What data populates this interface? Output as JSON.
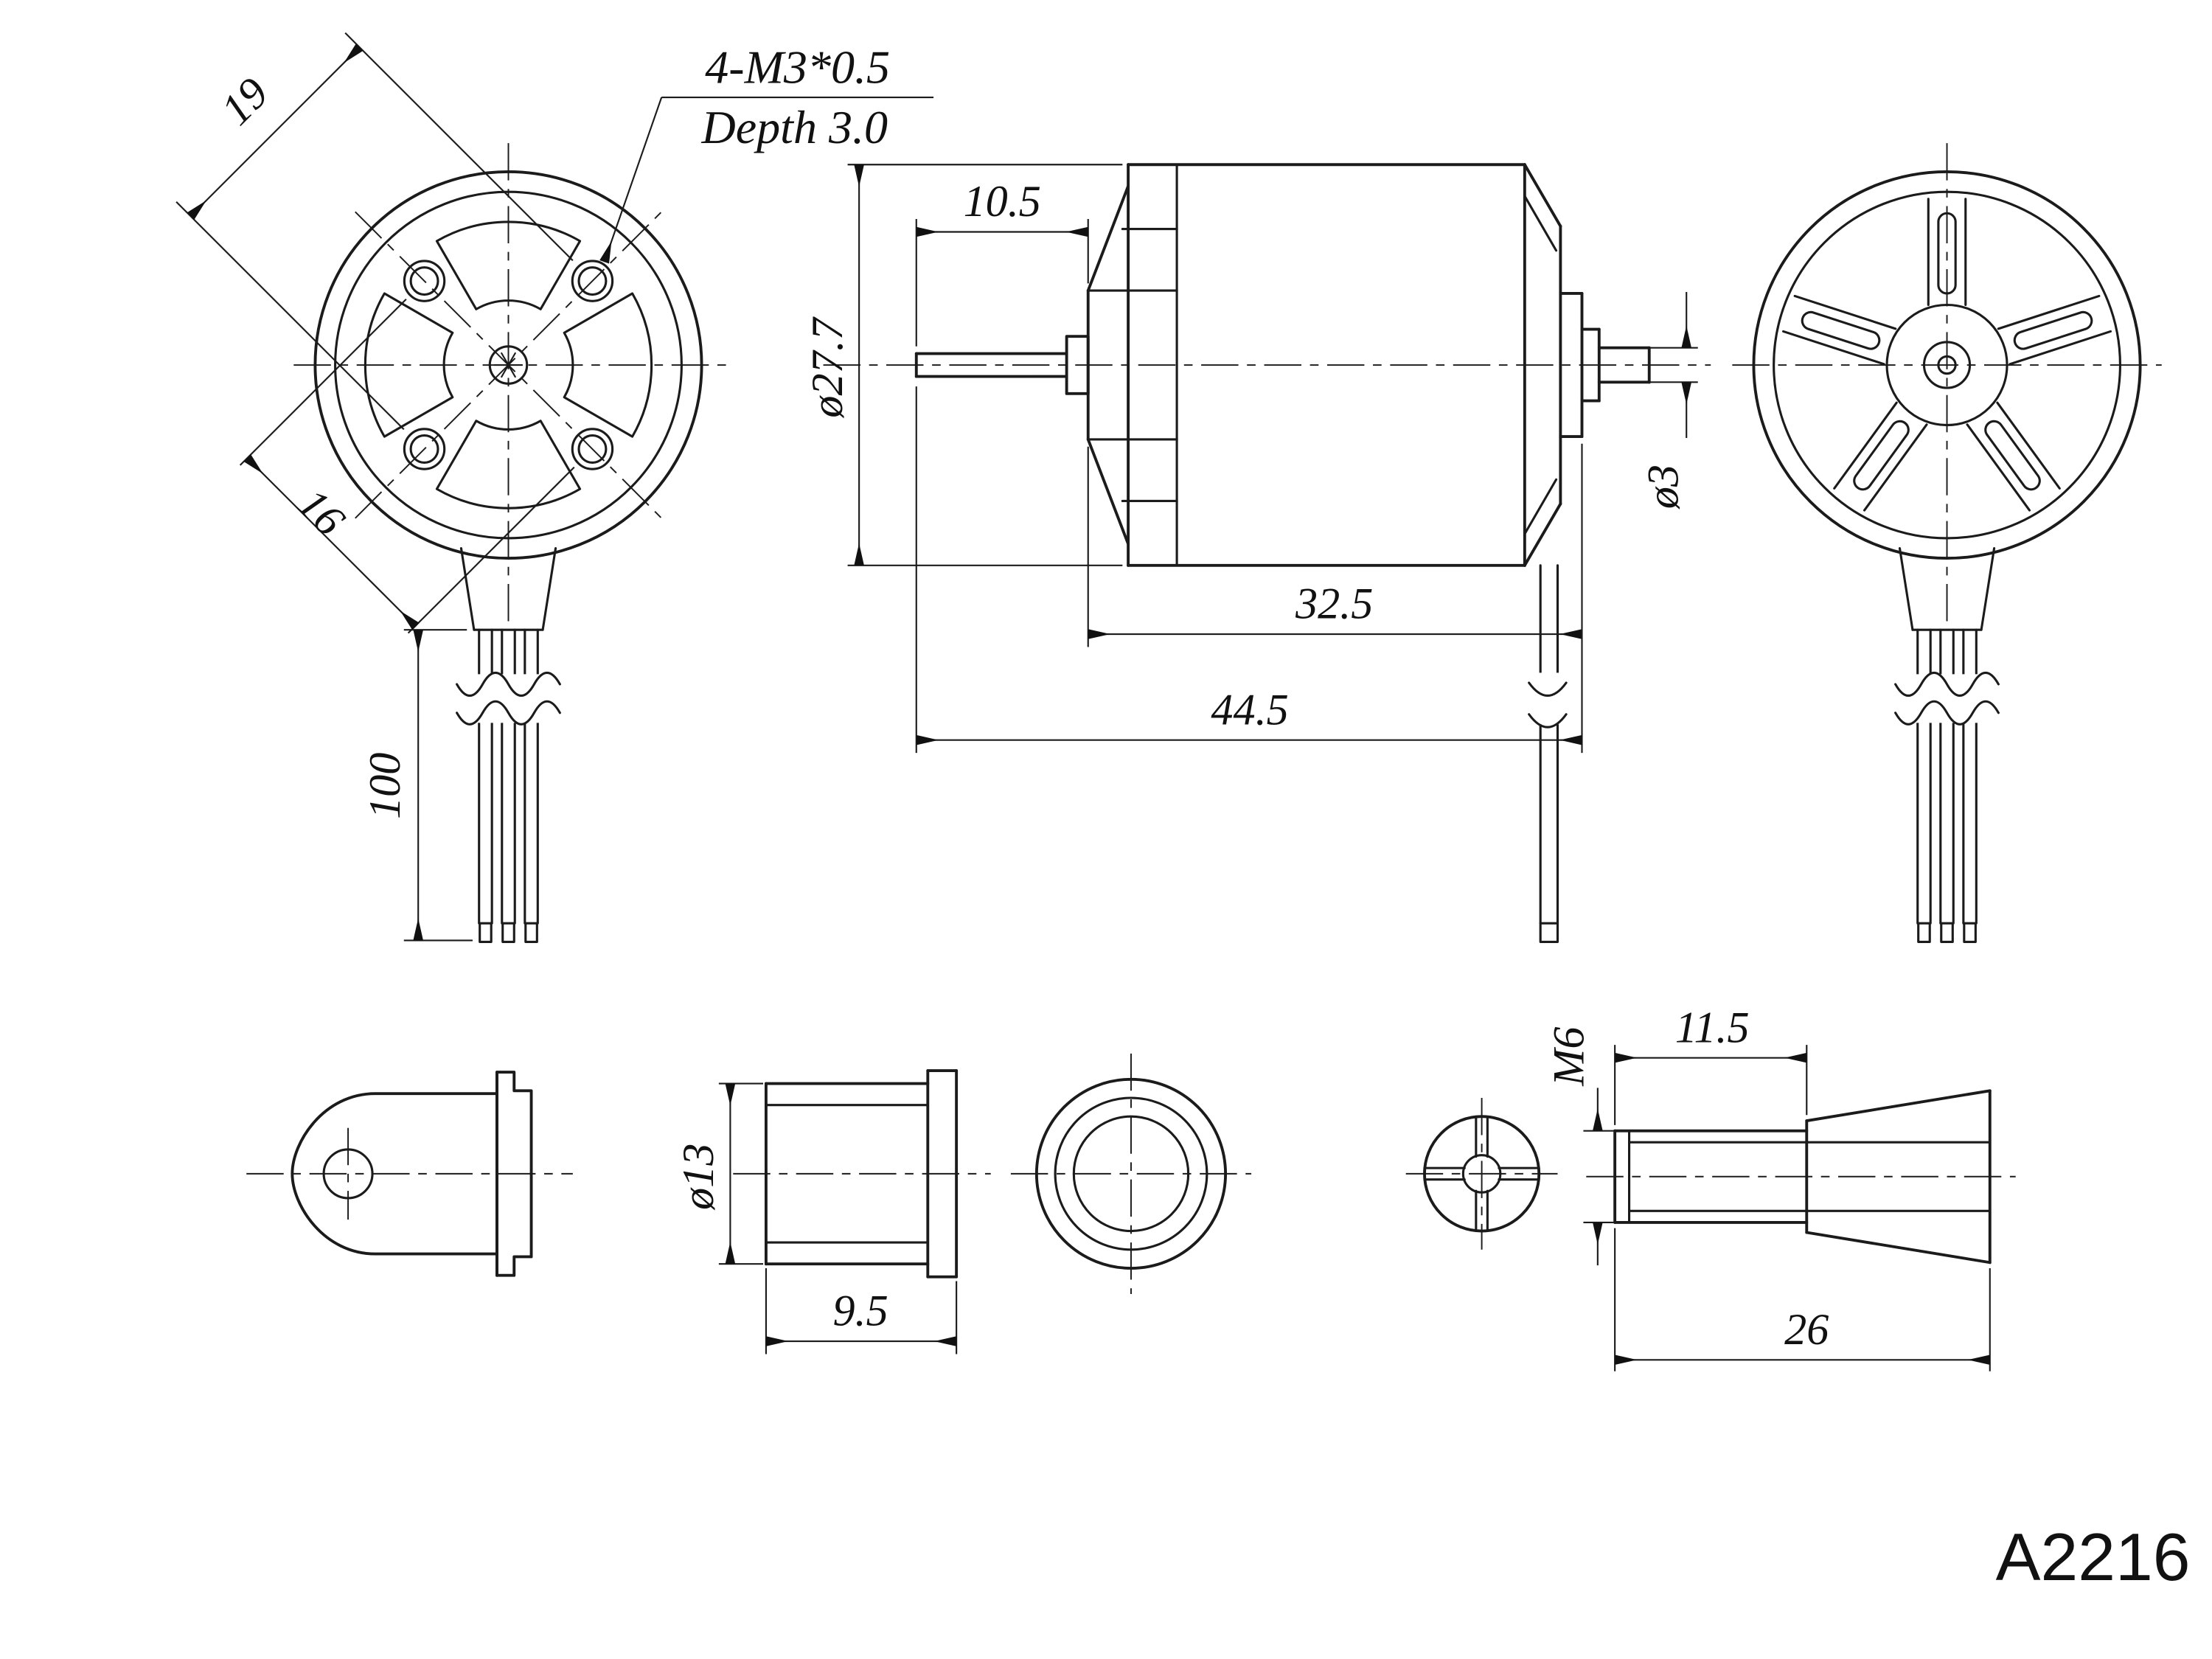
{
  "part_number": "A2216",
  "front_view": {
    "dim_diag_a": "19",
    "dim_diag_b": "16",
    "dim_wire_length": "100",
    "note_line1": "4-M3*0.5",
    "note_line2": "Depth 3.0"
  },
  "side_view": {
    "dim_shaft_exposed": "10.5",
    "dim_body_dia": "ø27.7",
    "dim_body_length": "32.5",
    "dim_total_length": "44.5",
    "dim_shaft_dia": "ø3"
  },
  "prop_adapter": {
    "dim_sleeve_dia": "ø13",
    "dim_sleeve_length": "9.5",
    "dim_thread": "M6",
    "dim_thread_length": "11.5",
    "dim_collet_length": "26"
  }
}
